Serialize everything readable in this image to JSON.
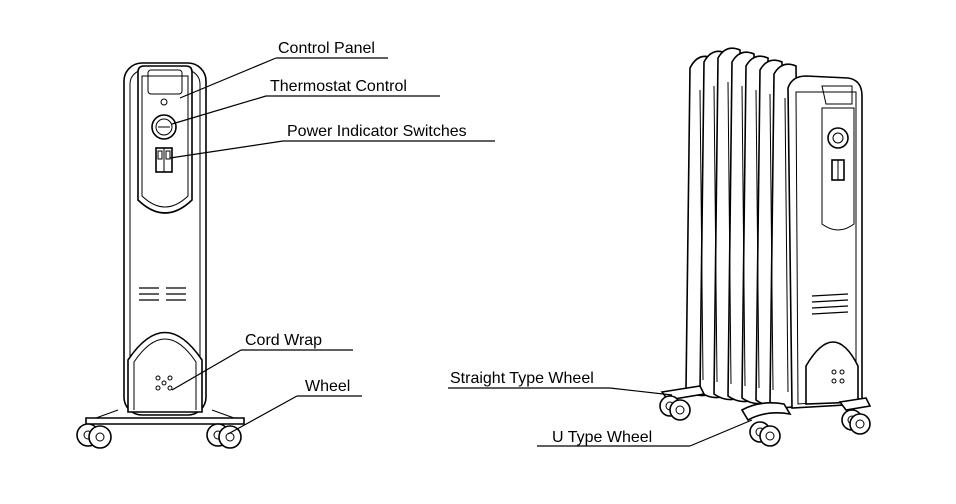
{
  "labels": {
    "control_panel": "Control Panel",
    "thermostat_control": "Thermostat Control",
    "power_indicator_switches": "Power Indicator Switches",
    "cord_wrap": "Cord Wrap",
    "wheel": "Wheel",
    "straight_type_wheel": "Straight Type Wheel",
    "u_type_wheel": "U Type Wheel"
  }
}
